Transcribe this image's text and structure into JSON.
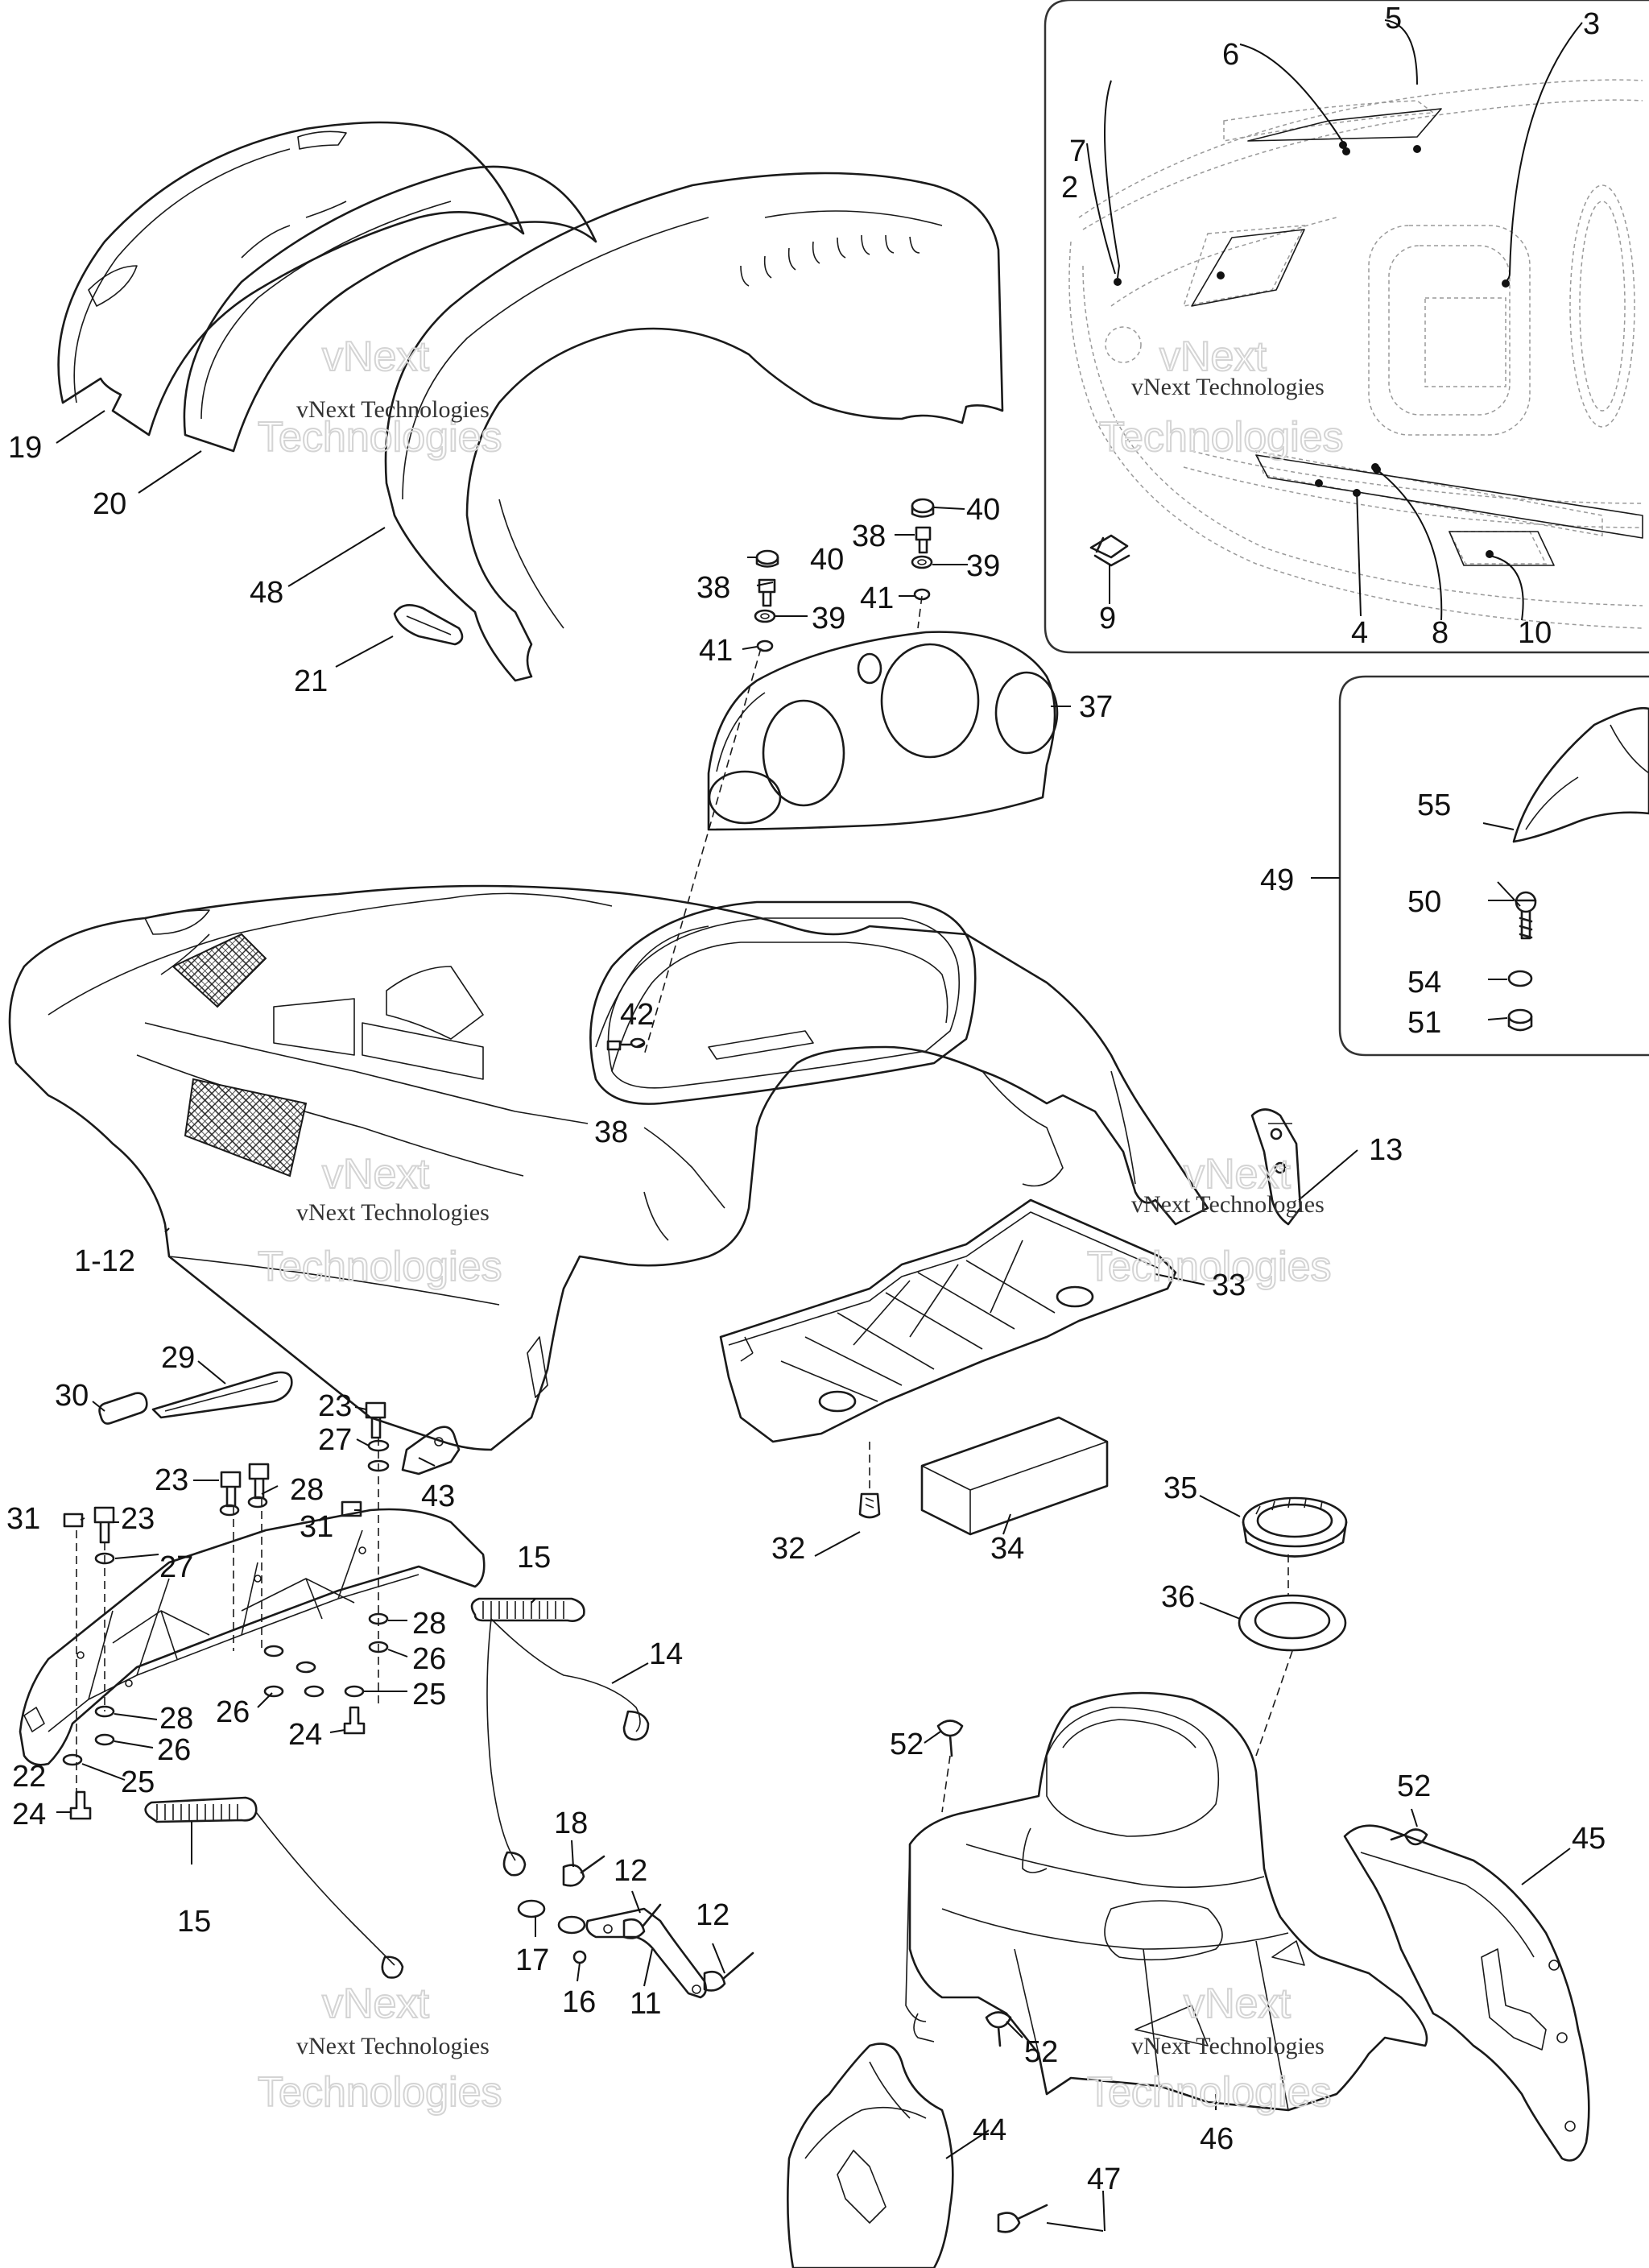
{
  "watermark": {
    "small": "vNext Technologies",
    "big_line1": "vNext",
    "big_line2": "Technologies"
  },
  "callouts": [
    {
      "id": "c-1-12",
      "text": "1-12"
    },
    {
      "id": "c-2",
      "text": "2"
    },
    {
      "id": "c-3",
      "text": "3"
    },
    {
      "id": "c-4",
      "text": "4"
    },
    {
      "id": "c-5",
      "text": "5"
    },
    {
      "id": "c-6",
      "text": "6"
    },
    {
      "id": "c-7",
      "text": "7"
    },
    {
      "id": "c-8",
      "text": "8"
    },
    {
      "id": "c-9",
      "text": "9"
    },
    {
      "id": "c-10",
      "text": "10"
    },
    {
      "id": "c-11",
      "text": "11"
    },
    {
      "id": "c-12a",
      "text": "12"
    },
    {
      "id": "c-12b",
      "text": "12"
    },
    {
      "id": "c-13",
      "text": "13"
    },
    {
      "id": "c-14",
      "text": "14"
    },
    {
      "id": "c-15a",
      "text": "15"
    },
    {
      "id": "c-15b",
      "text": "15"
    },
    {
      "id": "c-16",
      "text": "16"
    },
    {
      "id": "c-17",
      "text": "17"
    },
    {
      "id": "c-18",
      "text": "18"
    },
    {
      "id": "c-19",
      "text": "19"
    },
    {
      "id": "c-20",
      "text": "20"
    },
    {
      "id": "c-21",
      "text": "21"
    },
    {
      "id": "c-22",
      "text": "22"
    },
    {
      "id": "c-23a",
      "text": "23"
    },
    {
      "id": "c-23b",
      "text": "23"
    },
    {
      "id": "c-23c",
      "text": "23"
    },
    {
      "id": "c-24a",
      "text": "24"
    },
    {
      "id": "c-24b",
      "text": "24"
    },
    {
      "id": "c-25a",
      "text": "25"
    },
    {
      "id": "c-25b",
      "text": "25"
    },
    {
      "id": "c-26a",
      "text": "26"
    },
    {
      "id": "c-26b",
      "text": "26"
    },
    {
      "id": "c-26c",
      "text": "26"
    },
    {
      "id": "c-27a",
      "text": "27"
    },
    {
      "id": "c-27b",
      "text": "27"
    },
    {
      "id": "c-28a",
      "text": "28"
    },
    {
      "id": "c-28b",
      "text": "28"
    },
    {
      "id": "c-28c",
      "text": "28"
    },
    {
      "id": "c-29",
      "text": "29"
    },
    {
      "id": "c-30",
      "text": "30"
    },
    {
      "id": "c-31a",
      "text": "31"
    },
    {
      "id": "c-31b",
      "text": "31"
    },
    {
      "id": "c-32",
      "text": "32"
    },
    {
      "id": "c-33",
      "text": "33"
    },
    {
      "id": "c-34",
      "text": "34"
    },
    {
      "id": "c-35",
      "text": "35"
    },
    {
      "id": "c-36",
      "text": "36"
    },
    {
      "id": "c-37",
      "text": "37"
    },
    {
      "id": "c-38a",
      "text": "38"
    },
    {
      "id": "c-38b",
      "text": "38"
    },
    {
      "id": "c-38c",
      "text": "38"
    },
    {
      "id": "c-39a",
      "text": "39"
    },
    {
      "id": "c-39b",
      "text": "39"
    },
    {
      "id": "c-40a",
      "text": "40"
    },
    {
      "id": "c-40b",
      "text": "40"
    },
    {
      "id": "c-41a",
      "text": "41"
    },
    {
      "id": "c-41b",
      "text": "41"
    },
    {
      "id": "c-42",
      "text": "42"
    },
    {
      "id": "c-43",
      "text": "43"
    },
    {
      "id": "c-44",
      "text": "44"
    },
    {
      "id": "c-45",
      "text": "45"
    },
    {
      "id": "c-46",
      "text": "46"
    },
    {
      "id": "c-47",
      "text": "47"
    },
    {
      "id": "c-48",
      "text": "48"
    },
    {
      "id": "c-49",
      "text": "49"
    },
    {
      "id": "c-50",
      "text": "50"
    },
    {
      "id": "c-51",
      "text": "51"
    },
    {
      "id": "c-52a",
      "text": "52"
    },
    {
      "id": "c-52b",
      "text": "52"
    },
    {
      "id": "c-52c",
      "text": "52"
    },
    {
      "id": "c-54",
      "text": "54"
    },
    {
      "id": "c-55",
      "text": "55"
    }
  ]
}
